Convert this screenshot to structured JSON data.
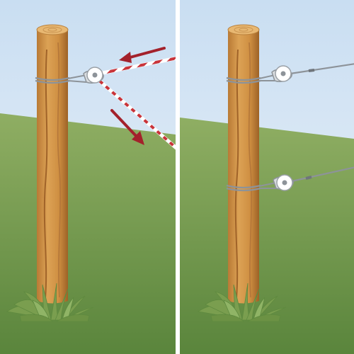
{
  "panels": [
    {
      "name": "left",
      "post": "wooden-post",
      "insulators": 1,
      "wire_style": "red-white-striped",
      "arrows": [
        "inward",
        "outward"
      ]
    },
    {
      "name": "right",
      "post": "wooden-post",
      "insulators": 2,
      "wire_style": "steel-wire",
      "arrows": []
    }
  ],
  "colors": {
    "sky_top": "#cfe3f5",
    "sky_bottom": "#e9f1f8",
    "grass_top": "#8eae62",
    "grass_bottom": "#5f8a3f",
    "post_light": "#d79a4a",
    "post_dark": "#a8692a",
    "post_top": "#e8b872",
    "arrow": "#a3212b",
    "tape_red": "#c8343a",
    "wire": "#8d9399",
    "insulator": "#ffffff",
    "divider": "#ffffff"
  },
  "icons": [
    "arrow-icon",
    "insulator-icon",
    "grass-tuft-icon"
  ]
}
